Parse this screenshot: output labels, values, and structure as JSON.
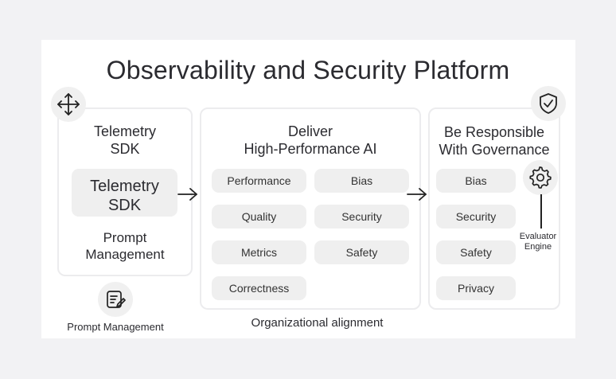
{
  "title": "Observability and Security Platform",
  "telemetry_panel": {
    "heading": [
      "Telemetry",
      "SDK"
    ],
    "box": [
      "Telemetry",
      "SDK"
    ],
    "footer": [
      "Prompt",
      "Management"
    ]
  },
  "prompt_caption": "Prompt Management",
  "deliver_panel": {
    "heading": [
      "Deliver",
      "High-Performance AI"
    ],
    "pills": [
      "Performance",
      "Bias",
      "Quality",
      "Security",
      "Metrics",
      "Safety",
      "Correctness"
    ]
  },
  "org_caption": "Organizational alignment",
  "governance_panel": {
    "heading": [
      "Be Responsible",
      "With Governance"
    ],
    "pills": [
      "Bias",
      "Security",
      "Safety",
      "Privacy"
    ]
  },
  "evaluator": [
    "Evaluator",
    "Engine"
  ],
  "icons": {
    "move": "move-arrows-icon",
    "shield": "shield-check-icon",
    "gear": "gear-icon",
    "prompt": "edit-document-icon"
  }
}
